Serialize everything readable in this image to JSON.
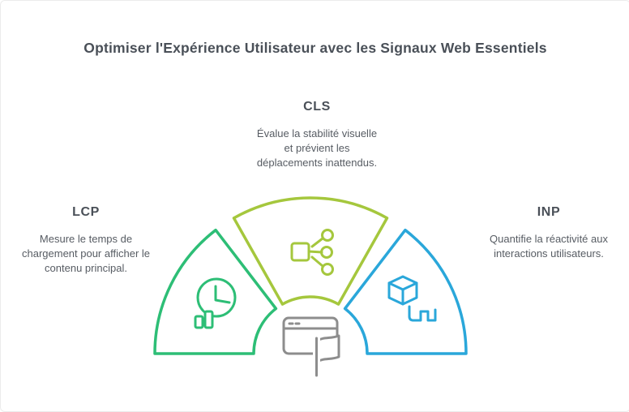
{
  "title": "Optimiser l'Expérience Utilisateur avec les Signaux Web Essentiels",
  "segments": [
    {
      "id": "lcp",
      "label": "LCP",
      "description": "Mesure le temps de chargement pour afficher le contenu principal.",
      "color": "#2dbe76",
      "icon": "clock-performance-icon"
    },
    {
      "id": "cls",
      "label": "CLS",
      "description": "Évalue la stabilité visuelle et prévient les déplacements inattendus.",
      "color": "#a5c73d",
      "icon": "layout-nodes-icon"
    },
    {
      "id": "inp",
      "label": "INP",
      "description": "Quantifie la réactivité aux interactions utilisateurs.",
      "color": "#2aa7da",
      "icon": "cube-flow-icon"
    }
  ],
  "center_icon": "browser-flag-icon",
  "colors": {
    "heading_text": "#4a5058",
    "body_text": "#575c63",
    "lcp_green": "#2dbe76",
    "cls_lime": "#a5c73d",
    "inp_blue": "#2aa7da",
    "center_icon_gray": "#8d8d8d",
    "background": "#ffffff"
  }
}
